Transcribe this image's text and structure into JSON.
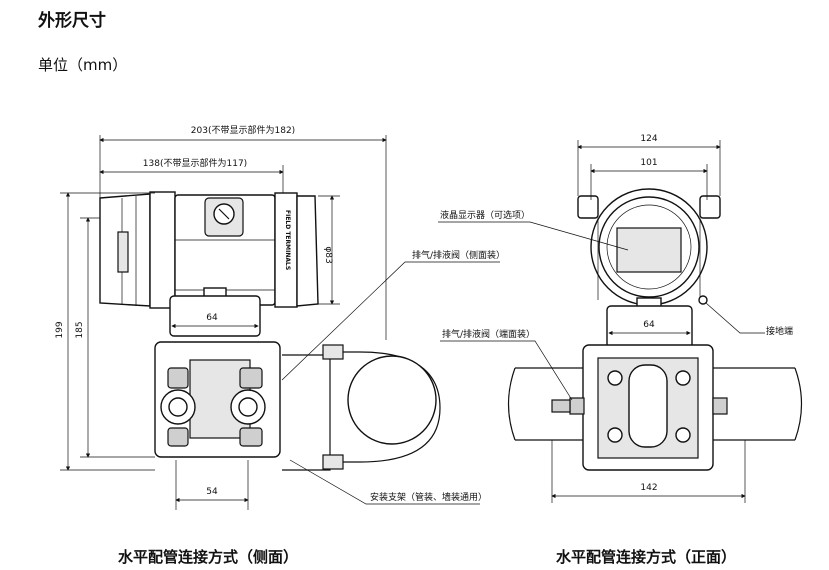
{
  "header": {
    "title": "外形尺寸",
    "unit": "单位（mm）"
  },
  "side_view": {
    "caption": "水平配管连接方式（侧面）",
    "dims": {
      "total_length": "203(不带显示部件为182)",
      "partial_length": "138(不带显示部件为117)",
      "height_total": "199",
      "height_mid": "185",
      "diameter": "φ83",
      "flange_width": "64",
      "bottom_width": "54"
    },
    "callouts": {
      "vent_side": "排气/排液阀（侧面装）",
      "bracket": "安装支架（管装、墙装通用）"
    },
    "terminal_label": "FIELD TERMINALS"
  },
  "front_view": {
    "caption": "水平配管连接方式（正面）",
    "dims": {
      "total_width": "124",
      "inner_width": "101",
      "flange_width": "64",
      "bottom_width": "142"
    },
    "callouts": {
      "lcd": "液晶显示器（可选项）",
      "vent_end": "排气/排液阀（端面装）",
      "ground": "接地端"
    }
  }
}
